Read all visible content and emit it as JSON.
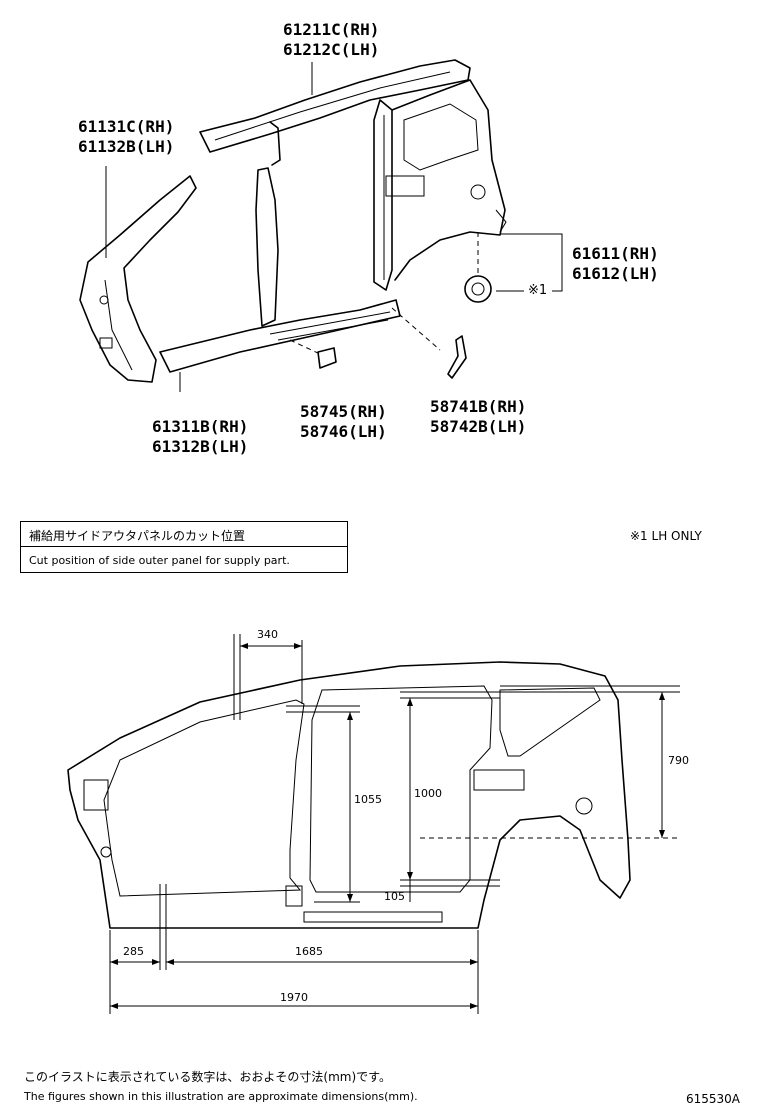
{
  "parts": {
    "roof_side": {
      "rh": "61211C(RH)",
      "lh": "61212C(LH)"
    },
    "front_pillar": {
      "rh": "61131C(RH)",
      "lh": "61132B(LH)"
    },
    "quarter_panel": {
      "rh": "61611(RH)",
      "lh": "61612(LH)"
    },
    "rocker_panel": {
      "rh": "61311B(RH)",
      "lh": "61312B(LH)"
    },
    "rocker_pad": {
      "rh": "58745(RH)",
      "lh": "58746(LH)"
    },
    "rear_pad": {
      "rh": "58741B(RH)",
      "lh": "58742B(LH)"
    },
    "note_marker": "※1"
  },
  "note": {
    "lh_only": "※1  LH ONLY"
  },
  "cut_box": {
    "title_ja": "補給用サイドアウタパネルのカット位置",
    "title_en": "Cut position of side outer panel for supply part."
  },
  "dimensions": {
    "d340": "340",
    "d1055": "1055",
    "d1000": "1000",
    "d790": "790",
    "d105": "105",
    "d285": "285",
    "d1685": "1685",
    "d1970": "1970"
  },
  "footer": {
    "note_ja": "このイラストに表示されている数字は、おおよその寸法(mm)です。",
    "note_en": "The figures shown in this illustration are approximate dimensions(mm).",
    "code": "615530A"
  }
}
